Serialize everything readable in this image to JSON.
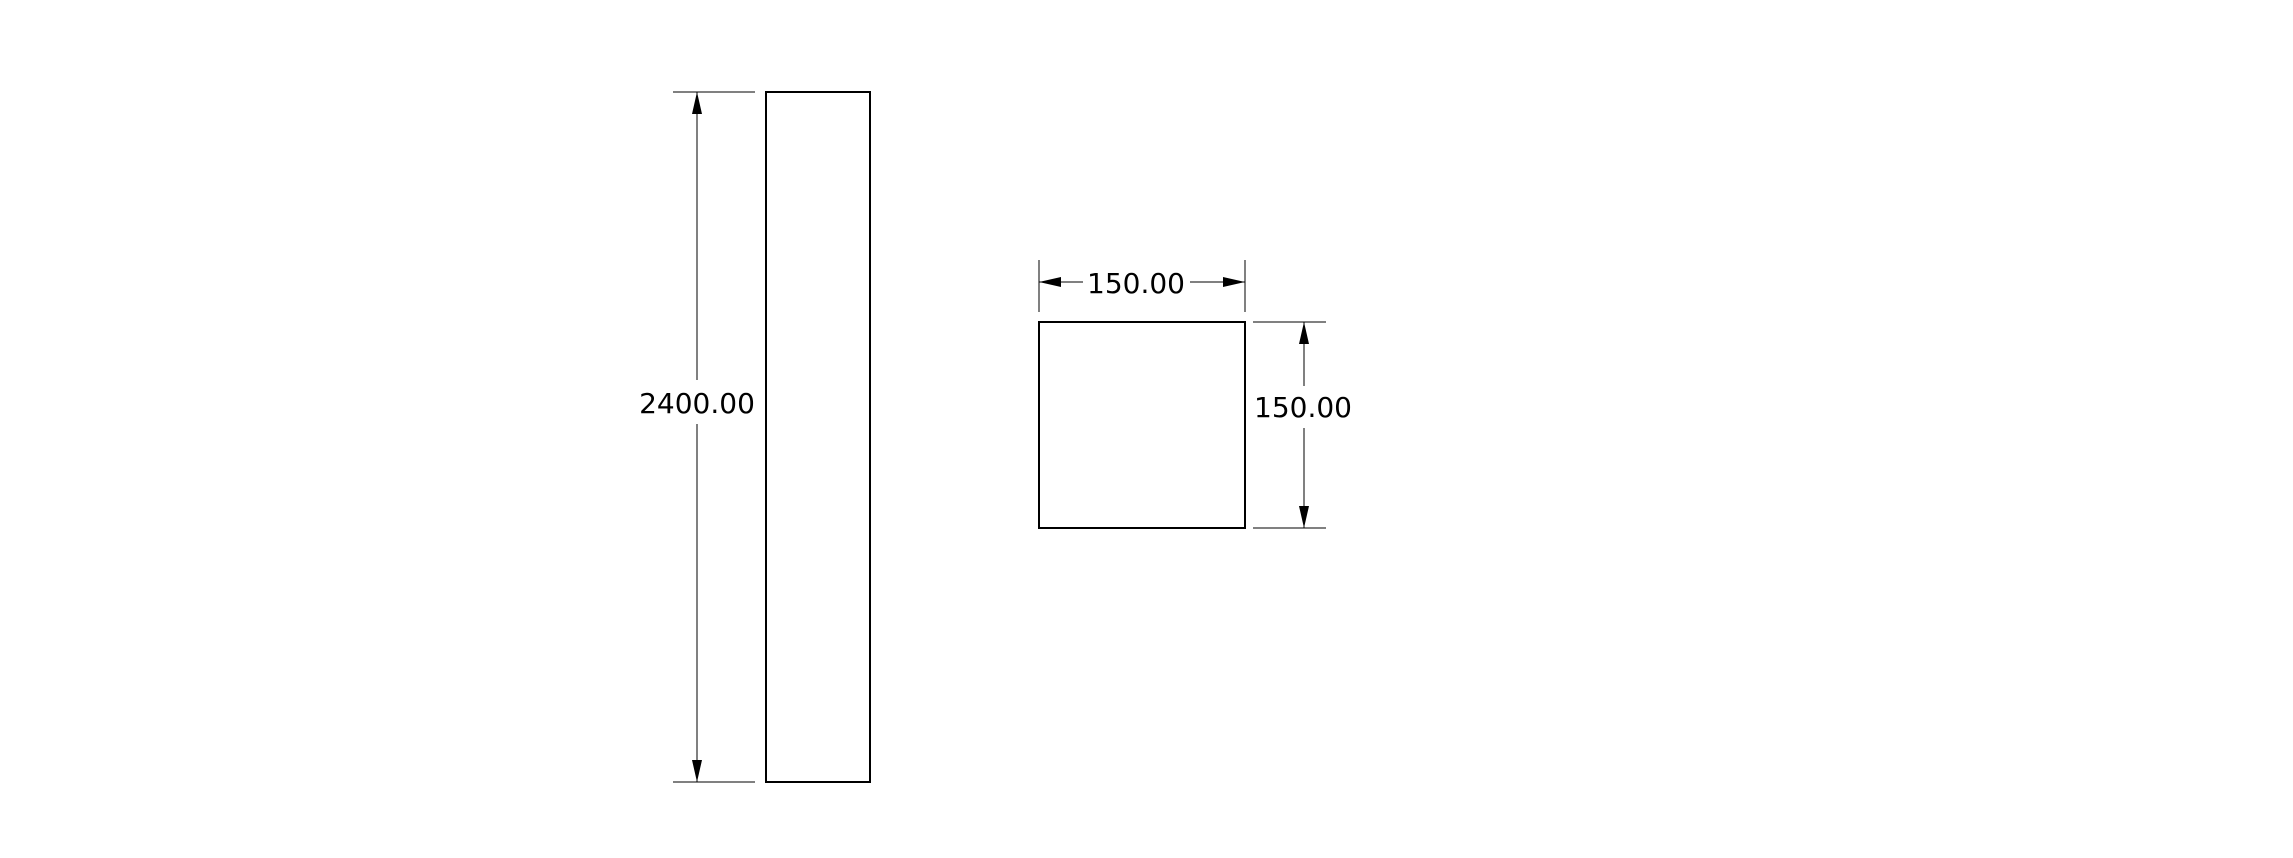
{
  "drawing": {
    "column_view": {
      "height_dimension": "2400.00"
    },
    "section_view": {
      "width_dimension": "150.00",
      "height_dimension": "150.00"
    }
  }
}
